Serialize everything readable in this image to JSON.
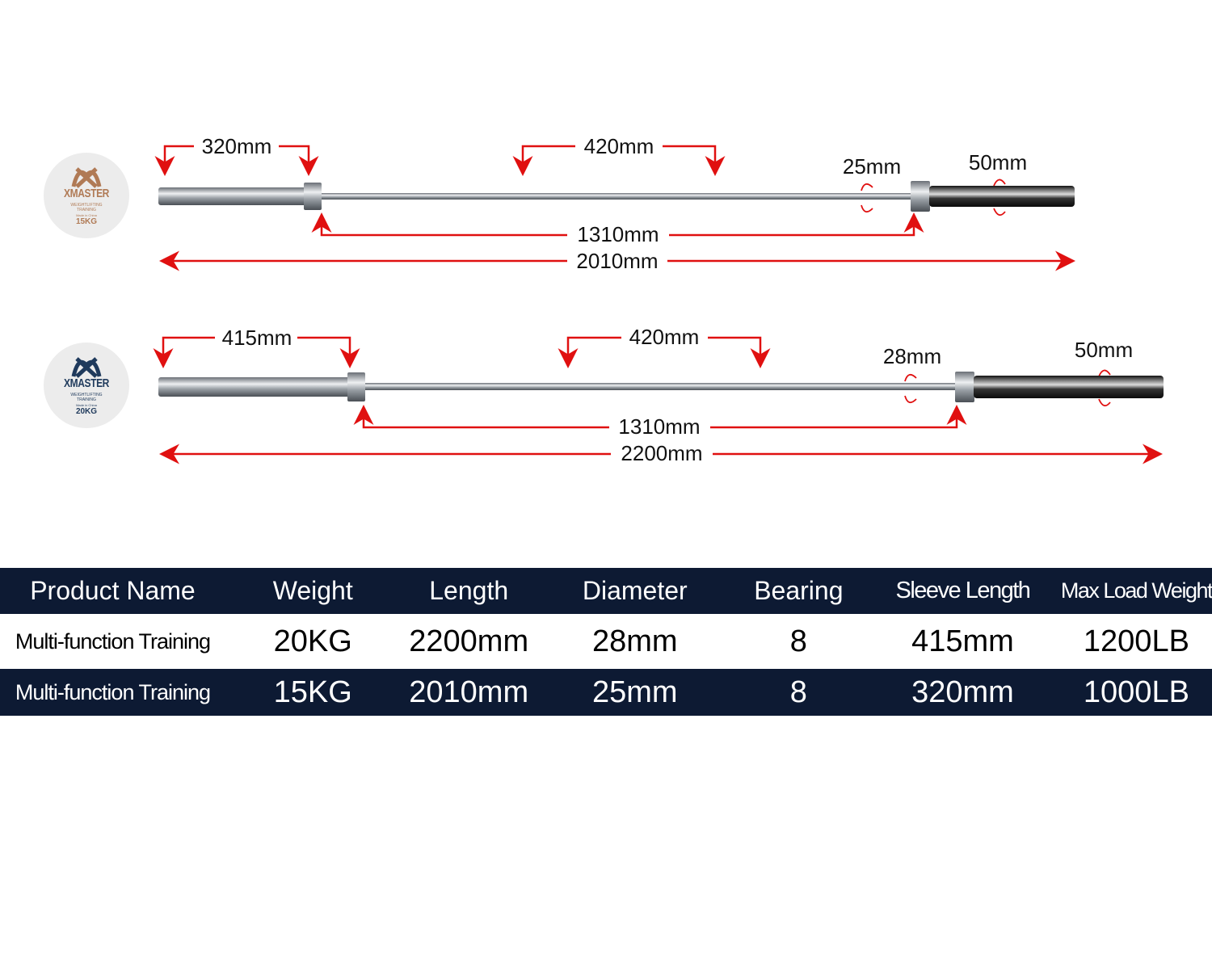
{
  "logos": [
    {
      "brand": "XMASTER",
      "sub1": "WEIGHTLIFTING",
      "sub2": "TRAINING",
      "sub3": "Made in China",
      "weight": "15KG",
      "color": "#b07a55"
    },
    {
      "brand": "XMASTER",
      "sub1": "WEIGHTLIFTING",
      "sub2": "TRAINING",
      "sub3": "Made in China",
      "weight": "20KG",
      "color": "#1f3a5c"
    }
  ],
  "bar1": {
    "sleeve": "320mm",
    "grip": "420mm",
    "shaft_dia": "25mm",
    "sleeve_dia": "50mm",
    "inner": "1310mm",
    "total": "2010mm"
  },
  "bar2": {
    "sleeve": "415mm",
    "grip": "420mm",
    "shaft_dia": "28mm",
    "sleeve_dia": "50mm",
    "inner": "1310mm",
    "total": "2200mm"
  },
  "table": {
    "headers": [
      "Product Name",
      "Weight",
      "Length",
      "Diameter",
      "Bearing",
      "Sleeve Length",
      "Max Load Weight"
    ],
    "rows": [
      [
        "Multi-function Training",
        "20KG",
        "2200mm",
        "28mm",
        "8",
        "415mm",
        "1200LB"
      ],
      [
        "Multi-function Training",
        "15KG",
        "2010mm",
        "25mm",
        "8",
        "320mm",
        "1000LB"
      ]
    ]
  },
  "colors": {
    "arrow": "#e01010",
    "navy": "#0d1a33"
  }
}
